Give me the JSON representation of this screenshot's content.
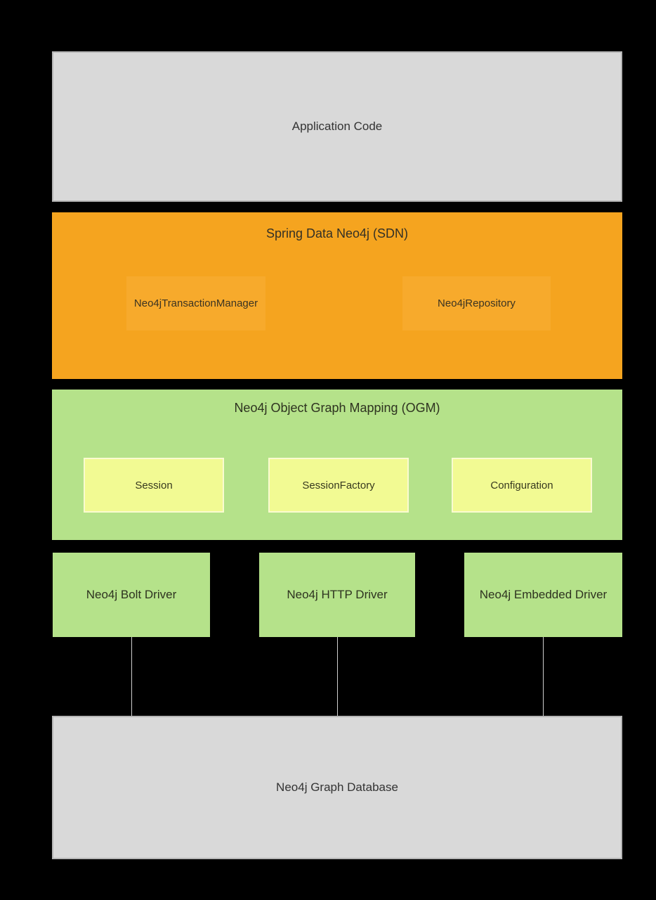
{
  "diagram": {
    "background": "#000000",
    "layers": {
      "application": {
        "label": "Application Code"
      },
      "sdn": {
        "title": "Spring Data Neo4j (SDN)",
        "components": [
          {
            "label": "Neo4jTransactionManager"
          },
          {
            "label": "Neo4jRepository"
          }
        ]
      },
      "ogm": {
        "title": "Neo4j Object Graph Mapping (OGM)",
        "components": [
          {
            "label": "Session"
          },
          {
            "label": "SessionFactory"
          },
          {
            "label": "Configuration"
          }
        ]
      },
      "drivers": [
        {
          "label": "Neo4j Bolt Driver"
        },
        {
          "label": "Neo4j HTTP Driver"
        },
        {
          "label": "Neo4j Embedded Driver"
        }
      ],
      "database": {
        "label": "Neo4j Graph Database"
      }
    },
    "colors": {
      "gray_box": "#d9d9d9",
      "gray_box_border": "#b5b5b5",
      "orange_layer": "#f5a41f",
      "orange_inner": "#f7aa2c",
      "green_layer": "#b5e28a",
      "yellow_inner": "#f2fa93",
      "yellow_inner_border": "#fafbd0",
      "connector_line": "#cfcfcf",
      "text": "#333333"
    }
  }
}
